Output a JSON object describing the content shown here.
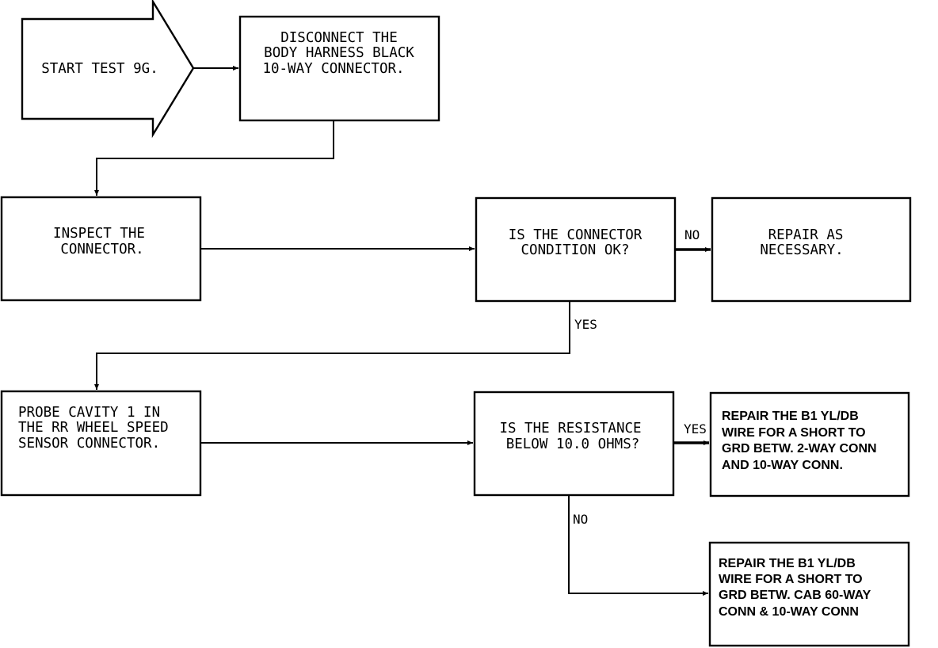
{
  "nodes": {
    "start": [
      "START TEST 9G."
    ],
    "disconnect": [
      "DISCONNECT THE",
      "BODY HARNESS BLACK",
      "10-WAY CONNECTOR."
    ],
    "inspect": [
      "INSPECT THE",
      "CONNECTOR."
    ],
    "connector_ok": [
      "IS THE CONNECTOR",
      "CONDITION OK?"
    ],
    "repair_necessary": [
      "REPAIR AS",
      "NECESSARY."
    ],
    "probe": [
      "PROBE CAVITY 1 IN",
      "THE RR WHEEL SPEED",
      "SENSOR CONNECTOR."
    ],
    "resistance": [
      "IS THE RESISTANCE",
      "BELOW 10.0 OHMS?"
    ],
    "repair_2way": [
      "REPAIR THE B1 YL/DB",
      "WIRE FOR A SHORT TO",
      "GRD BETW. 2-WAY CONN",
      "AND 10-WAY CONN."
    ],
    "repair_cab": [
      "REPAIR THE B1 YL/DB",
      "WIRE FOR A SHORT TO",
      "GRD BETW. CAB 60-WAY",
      "CONN & 10-WAY CONN"
    ]
  },
  "edge_labels": {
    "connector_ok_no": "NO",
    "connector_ok_yes": "YES",
    "resistance_yes": "YES",
    "resistance_no": "NO"
  }
}
